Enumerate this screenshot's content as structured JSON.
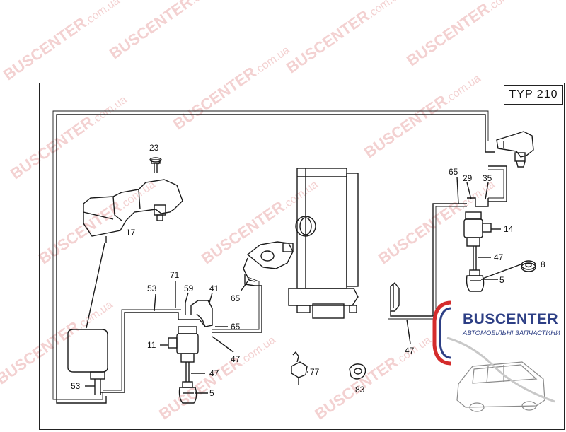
{
  "watermark": {
    "brand": "BUSCENTER",
    "domain": ".com.ua"
  },
  "diagram": {
    "type_badge": "TYP 210",
    "part_labels": {
      "p23": "23",
      "p17": "17",
      "p71": "71",
      "p53_top": "53",
      "p59": "59",
      "p41": "41",
      "p65_left": "65",
      "p65_mid": "65",
      "p11": "11",
      "p47_mid": "47",
      "p47_left": "47",
      "p5_left": "5",
      "p53_bottom": "53",
      "p77": "77",
      "p83": "83",
      "p65_right": "65",
      "p29": "29",
      "p35": "35",
      "p14": "14",
      "p47_right": "47",
      "p8": "8",
      "p5_right": "5",
      "p47_bottom": "47"
    }
  },
  "logo": {
    "name": "BUSCENTER",
    "tagline": "АВТОМОБІЛЬНІ ЗАПЧАСТИНИ"
  }
}
